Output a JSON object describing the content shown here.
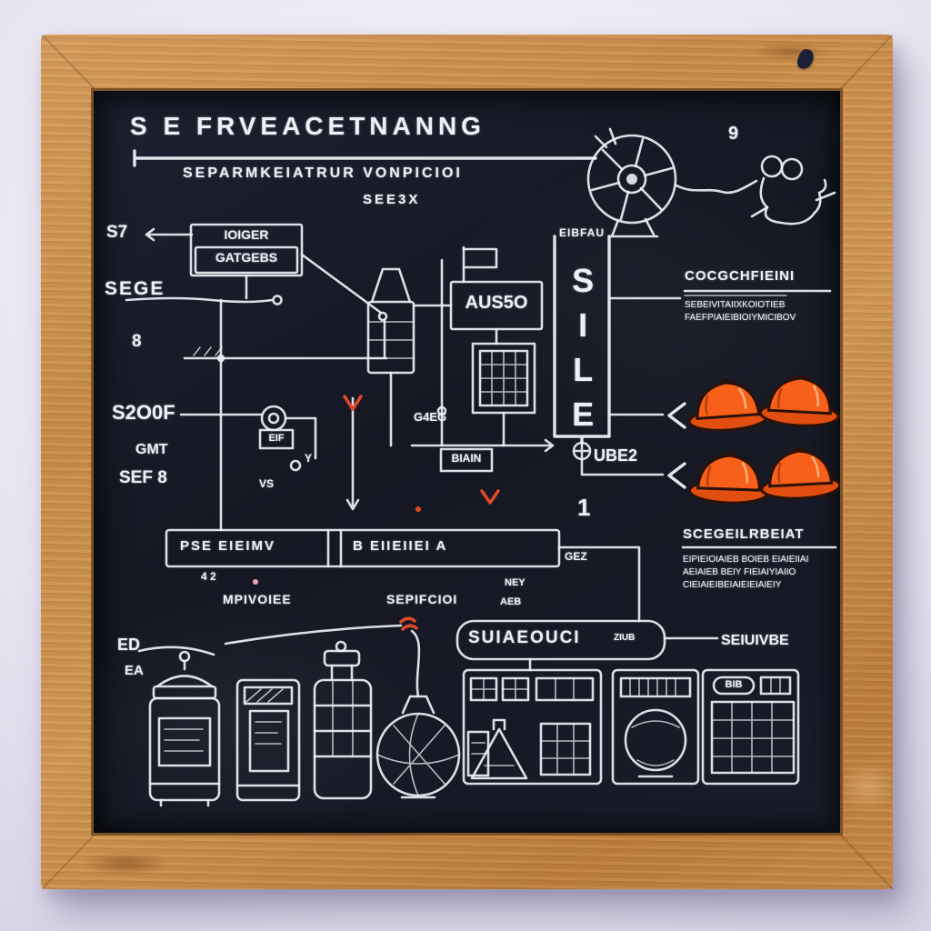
{
  "colors": {
    "chalk": "#edf0f5",
    "accent_red": "#df4a2a",
    "accent_pink": "#e8a8b0",
    "hat_orange": "#f7601a",
    "hat_orange_dark": "#e14e10",
    "hat_outline": "#2b1208",
    "board_bg": "#161a26",
    "frame_wood": "#c98d4f"
  },
  "header": {
    "title": "S E FRVEACETNANNG",
    "subtitle": "SEPARMKEIATRUR VONPICIOI",
    "note": "SEE3X",
    "corner_mark": "9"
  },
  "left_column": {
    "l1": "S7",
    "l2": "SEGE",
    "l3": "8",
    "l4": "S2O0F",
    "l5": "GMT",
    "l6": "SEF 8",
    "l7": "ED",
    "l8": "EA"
  },
  "diagram": {
    "box1_line1": "IOIGER",
    "box1_line2": "GATGEBS",
    "flask_label": "G4EG",
    "box2": "AUS5O",
    "column_top": "EIBFAU",
    "column_vertical": "SILE",
    "small_box": "BIAIN",
    "ube": "UBE2",
    "one": "1",
    "gez": "GEZ",
    "eif": "EIF",
    "vs": "VS",
    "y": "Y",
    "wide_box_left": "PSE EIEIMV",
    "wide_box_right": "B EIIEIIEI A",
    "under_box": "4 2",
    "caption1": "MPIVOIEE",
    "caption2": "SEPIFCIOI",
    "caption3": "NEY",
    "caption4": "AEB",
    "banner": "SUIAEOUCI",
    "banner_small": "ZIUB",
    "banner_right": "SEIUIVBE",
    "bib": "BIB"
  },
  "right_panel": {
    "header1": "COCGCHFIEINI",
    "p1_line1": "SEBEIVITAIIXKOIOTIEB",
    "p1_line2": "FAEFPIAIEIBIOIYMICIBOV",
    "header2": "SCEGEILRBEIAT",
    "p2_line1": "EIPIEIOIAIEB BOIEB EIAIEIIAI",
    "p2_line2": "AEIAIEB BEIY FIEIAIYIAIIO",
    "p2_line3": "CIEIAIEIBEIAIEIEIAIEIY"
  }
}
